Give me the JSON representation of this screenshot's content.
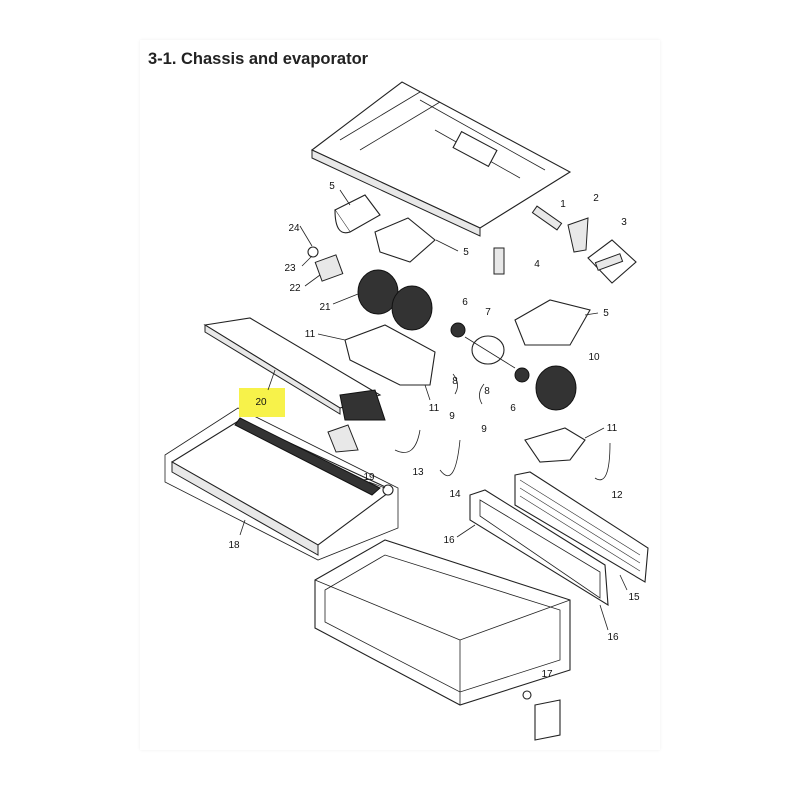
{
  "title": "3-1. Chassis and evaporator",
  "highlight_color": "#f7f24a",
  "highlighted_part": "20",
  "callouts": [
    "1",
    "2",
    "3",
    "4",
    "5",
    "5",
    "5",
    "6",
    "6",
    "7",
    "8",
    "8",
    "9",
    "9",
    "10",
    "11",
    "11",
    "11",
    "12",
    "13",
    "14",
    "15",
    "16",
    "16",
    "17",
    "18",
    "19",
    "20",
    "21",
    "22",
    "23",
    "24"
  ]
}
